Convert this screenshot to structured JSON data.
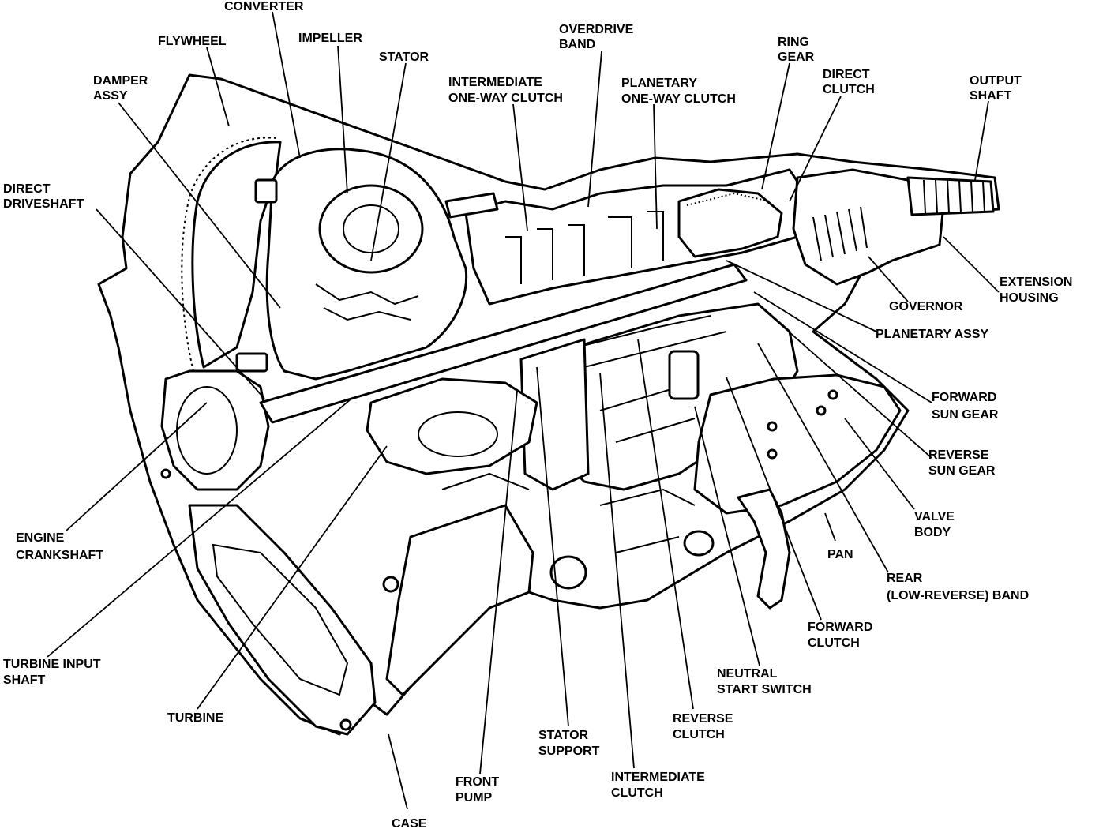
{
  "labels": {
    "converter": "CONVERTER",
    "flywheel": "FLYWHEEL",
    "impeller": "IMPELLER",
    "stator": "STATOR",
    "overdrive_band": [
      "OVERDRIVE",
      "BAND"
    ],
    "ring_gear": [
      "RING",
      "GEAR"
    ],
    "direct_clutch": [
      "DIRECT",
      "CLUTCH"
    ],
    "output_shaft": [
      "OUTPUT",
      "SHAFT"
    ],
    "damper_assy": [
      "DAMPER",
      "ASSY"
    ],
    "intermediate_one_way_clutch": [
      "INTERMEDIATE",
      "ONE-WAY CLUTCH"
    ],
    "planetary_one_way_clutch": [
      "PLANETARY",
      "ONE-WAY CLUTCH"
    ],
    "direct_driveshaft": [
      "DIRECT",
      "DRIVESHAFT"
    ],
    "extension_housing": [
      "EXTENSION",
      "HOUSING"
    ],
    "governor": "GOVERNOR",
    "planetary_assy": "PLANETARY ASSY",
    "forward_sun_gear": [
      "FORWARD",
      "SUN GEAR"
    ],
    "reverse_sun_gear": [
      "REVERSE",
      "SUN GEAR"
    ],
    "valve_body": [
      "VALVE",
      "BODY"
    ],
    "engine_crankshaft": [
      "ENGINE",
      "CRANKSHAFT"
    ],
    "pan": "PAN",
    "rear_band": [
      "REAR",
      "(LOW-REVERSE) BAND"
    ],
    "forward_clutch": [
      "FORWARD",
      "CLUTCH"
    ],
    "turbine_input_shaft": [
      "TURBINE INPUT",
      "SHAFT"
    ],
    "neutral_start_switch": [
      "NEUTRAL",
      "START SWITCH"
    ],
    "turbine": "TURBINE",
    "reverse_clutch": [
      "REVERSE",
      "CLUTCH"
    ],
    "stator_support": [
      "STATOR",
      "SUPPORT"
    ],
    "front_pump": [
      "FRONT",
      "PUMP"
    ],
    "intermediate_clutch": [
      "INTERMEDIATE",
      "CLUTCH"
    ],
    "case": "CASE"
  }
}
